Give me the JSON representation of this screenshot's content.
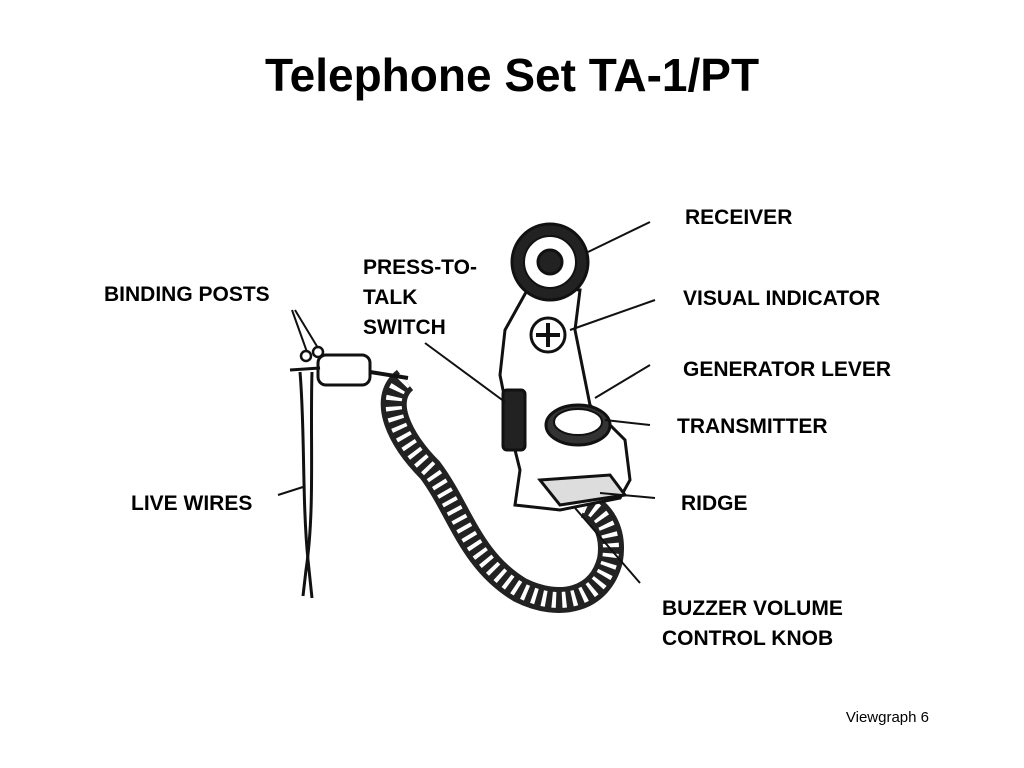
{
  "title": "Telephone Set TA-1/PT",
  "labels": {
    "receiver": "RECEIVER",
    "visual_indicator": "VISUAL INDICATOR",
    "generator_lever": "GENERATOR LEVER",
    "transmitter": "TRANSMITTER",
    "ridge": "RIDGE",
    "buzzer_volume": [
      "BUZZER VOLUME",
      "CONTROL KNOB"
    ],
    "press_to_talk": [
      "PRESS-TO-",
      "TALK",
      "SWITCH"
    ],
    "binding_posts": "BINDING POSTS",
    "live_wires": "LIVE WIRES"
  },
  "footer": "Viewgraph 6"
}
